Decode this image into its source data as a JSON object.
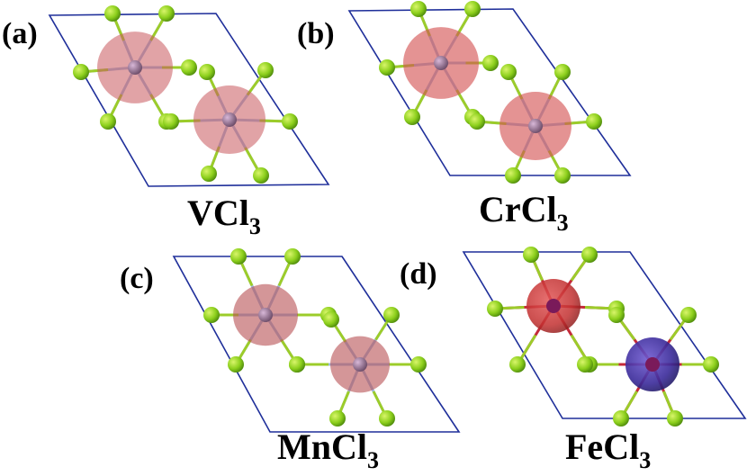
{
  "panels": [
    {
      "label": "(a)",
      "formula": "VCl",
      "subscript": "3",
      "metal": "V",
      "density_color": "#c9585c",
      "density_opacity": 0.55
    },
    {
      "label": "(b)",
      "formula": "CrCl",
      "subscript": "3",
      "metal": "Cr",
      "density_color": "#d35050",
      "density_opacity": 0.62
    },
    {
      "label": "(c)",
      "formula": "MnCl",
      "subscript": "3",
      "metal": "Mn",
      "density_color": "#b85054",
      "density_opacity": 0.6
    },
    {
      "label": "(d)",
      "formula": "FeCl",
      "subscript": "3",
      "metal": "Fe",
      "density_colors": [
        "#d42a2a",
        "#3a2a9a"
      ],
      "density_opacity": 0.75
    }
  ],
  "colors": {
    "cell_edge": "#1f2f9a",
    "chlorine": "#8ccf1c",
    "bond": "#9fbbe0",
    "metal_core": "#8a6a86"
  }
}
